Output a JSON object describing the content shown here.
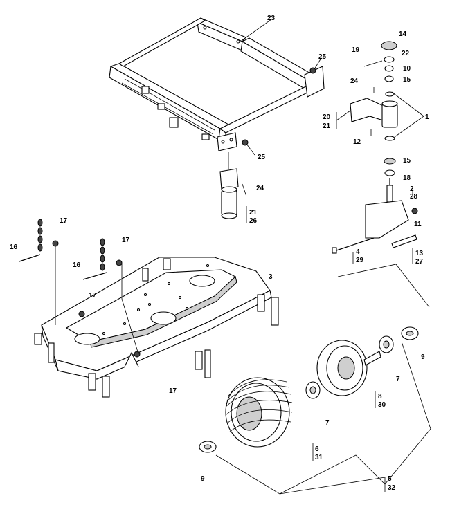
{
  "callouts": [
    {
      "id": "c23",
      "text": "23"
    },
    {
      "id": "c14",
      "text": "14"
    },
    {
      "id": "c19",
      "text": "19"
    },
    {
      "id": "c22",
      "text": "22"
    },
    {
      "id": "c10",
      "text": "10"
    },
    {
      "id": "c15a",
      "text": "15"
    },
    {
      "id": "c25a",
      "text": "25"
    },
    {
      "id": "c24a",
      "text": "24"
    },
    {
      "id": "c1",
      "text": "1"
    },
    {
      "id": "c20",
      "text": "20"
    },
    {
      "id": "c21a",
      "text": "21"
    },
    {
      "id": "c12",
      "text": "12"
    },
    {
      "id": "c25b",
      "text": "25"
    },
    {
      "id": "c15b",
      "text": "15"
    },
    {
      "id": "c18",
      "text": "18"
    },
    {
      "id": "c24b",
      "text": "24"
    },
    {
      "id": "c2",
      "text": "2"
    },
    {
      "id": "c28",
      "text": "28"
    },
    {
      "id": "c21b",
      "text": "21"
    },
    {
      "id": "c26",
      "text": "26"
    },
    {
      "id": "c11",
      "text": "11"
    },
    {
      "id": "c17a",
      "text": "17"
    },
    {
      "id": "c17b",
      "text": "17"
    },
    {
      "id": "c16a",
      "text": "16"
    },
    {
      "id": "c16b",
      "text": "16"
    },
    {
      "id": "c4",
      "text": "4"
    },
    {
      "id": "c29",
      "text": "29"
    },
    {
      "id": "c13",
      "text": "13"
    },
    {
      "id": "c27",
      "text": "27"
    },
    {
      "id": "c3",
      "text": "3"
    },
    {
      "id": "c17c",
      "text": "17"
    },
    {
      "id": "c17d",
      "text": "17"
    },
    {
      "id": "c9a",
      "text": "9"
    },
    {
      "id": "c7a",
      "text": "7"
    },
    {
      "id": "c8",
      "text": "8"
    },
    {
      "id": "c30",
      "text": "30"
    },
    {
      "id": "c7b",
      "text": "7"
    },
    {
      "id": "c6",
      "text": "6"
    },
    {
      "id": "c31",
      "text": "31"
    },
    {
      "id": "c9b",
      "text": "9"
    },
    {
      "id": "c5",
      "text": "5"
    },
    {
      "id": "c32",
      "text": "32"
    }
  ]
}
